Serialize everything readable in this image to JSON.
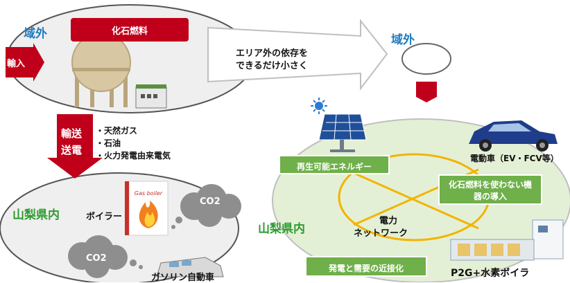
{
  "colors": {
    "red": "#c0001a",
    "blue": "#1f7bc1",
    "green": "#2e9b2e",
    "green_box": "#6fb04a",
    "ellipse_fill": "#efefef",
    "green_ellipse": "#e4f0d6",
    "network_yellow": "#f2b400"
  },
  "left": {
    "outside_label": "域外",
    "fossil_fuel_label": "化石燃料",
    "import_label": "輸入",
    "transport_label_1": "輸送",
    "transport_label_2": "送電",
    "bullets": [
      "・天然ガス",
      "・石油",
      "・火力発電由来電気"
    ],
    "inside_label": "山梨県内",
    "boiler_label": "ボイラー",
    "boiler_box_text": "Gas boiler",
    "co2_top": "CO2",
    "co2_bottom": "CO2",
    "car_label": "ガソリン自動車"
  },
  "middle": {
    "arrow_text_1": "エリア外の依存を",
    "arrow_text_2": "できるだけ小さく"
  },
  "right": {
    "outside_label": "域外",
    "inside_label": "山梨県内",
    "renewable_label": "再生可能エネルギー",
    "ev_label": "電動車（EV・FCV等）",
    "non_fossil_label_1": "化石燃料を使わない機",
    "non_fossil_label_2": "器の導入",
    "network_label_1": "電力",
    "network_label_2": "ネットワーク",
    "proximity_label": "発電と需要の近接化",
    "p2g_label": "P2G+水素ボイラ"
  },
  "icons": [
    "lpg-tank-icon",
    "factory-icon",
    "gas-boiler-icon",
    "flame-icon",
    "smoke-cloud-icon",
    "solar-panel-icon",
    "sun-icon",
    "electric-car-icon",
    "gasoline-car-icon",
    "p2g-equipment-icon"
  ]
}
